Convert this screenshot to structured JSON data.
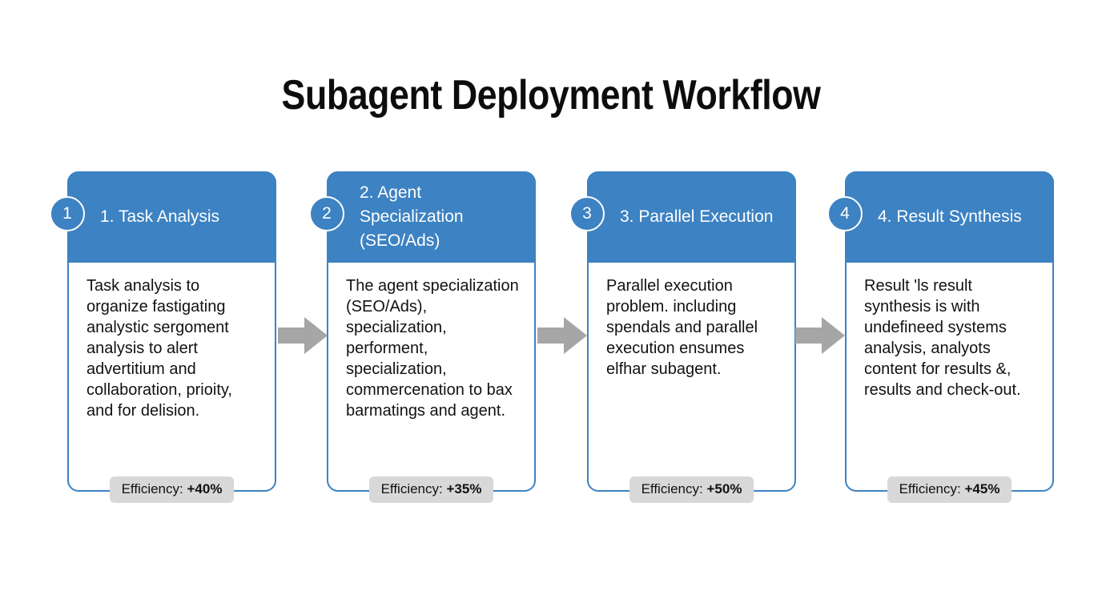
{
  "title": "Subagent Deployment Workflow",
  "theme": {
    "header_blue": "#3d82c2",
    "border_blue": "#3d82c2",
    "badge_gray": "#d8d8d8",
    "arrow_gray": "#a6a6a6",
    "background": "#ffffff",
    "title_color": "#0d0d0d"
  },
  "efficiency_label": "Efficiency:",
  "steps": [
    {
      "number": "1",
      "title": "1. Task Analysis",
      "body": "Task analysis to organize fastigating analystic sergoment analysis to alert advertitium and collaboration, prioity, and for delision.",
      "efficiency_label": "Efficiency:",
      "efficiency_value": "+40%"
    },
    {
      "number": "2",
      "title": "2. Agent Specialization (SEO/Ads)",
      "body": "The agent specialization (SEO/Ads), specialization, performent, specialization, commercenation to bax barmatings and agent.",
      "efficiency_label": "Efficiency:",
      "efficiency_value": "+35%"
    },
    {
      "number": "3",
      "title": "3. Parallel Execution",
      "body": "Parallel execution problem. including spendals and parallel execution ensumes elfhar subagent.",
      "efficiency_label": "Efficiency:",
      "efficiency_value": "+50%"
    },
    {
      "number": "4",
      "title": "4. Result Synthesis",
      "body": "Result 'ls result synthesis is with undefineed systems analysis, analyots content for results &, results and check-out.",
      "efficiency_label": "Efficiency:",
      "efficiency_value": "+45%"
    }
  ],
  "connectors": [
    {
      "name": "arrow-step1-to-step2"
    },
    {
      "name": "arrow-step2-to-step3"
    },
    {
      "name": "arrow-step3-to-step4"
    }
  ]
}
